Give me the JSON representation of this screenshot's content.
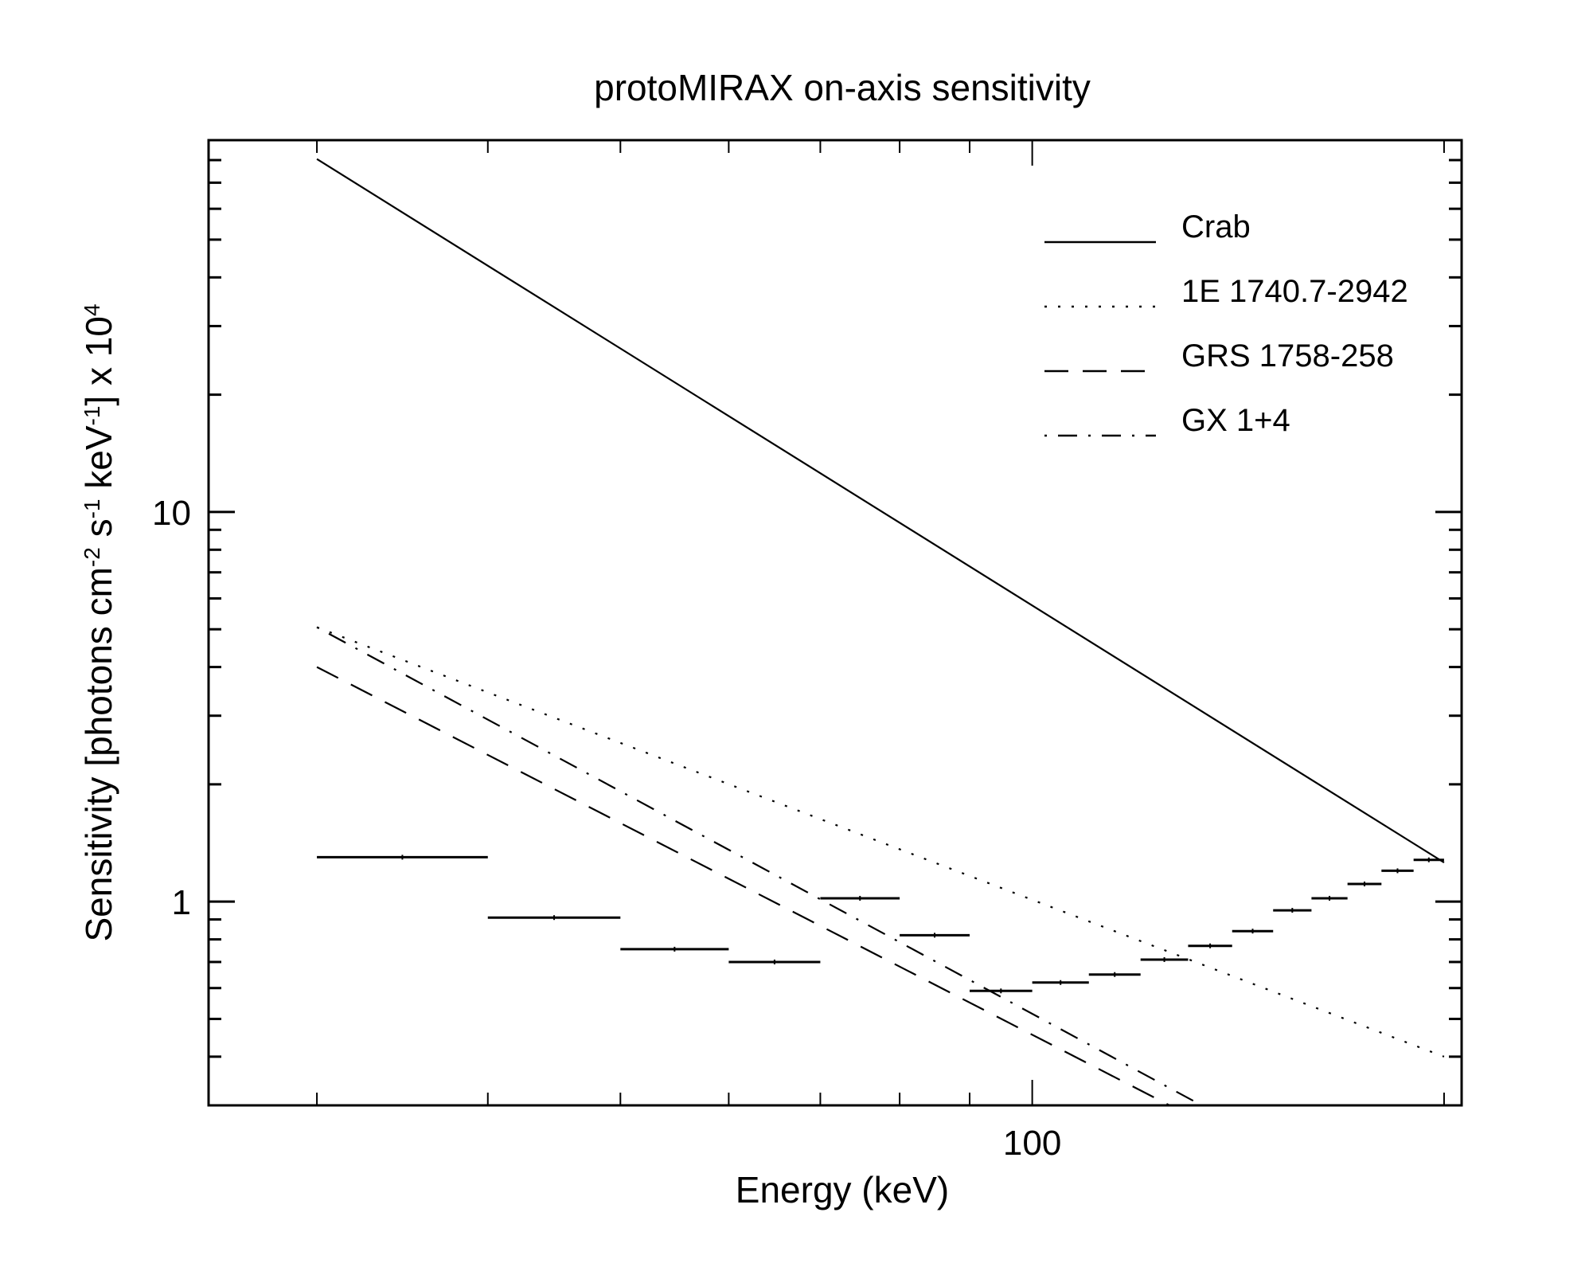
{
  "chart_data": {
    "type": "line",
    "title": "protoMIRAX on-axis sensitivity",
    "xlabel": "Energy (keV)",
    "ylabel": {
      "text_parts": [
        "Sensitivity [photons cm",
        "-2",
        " s",
        "-1",
        " keV",
        "-1",
        "] x 10",
        "4"
      ],
      "plain": "Sensitivity [photons cm^-2 s^-1 keV^-1] x 10^4"
    },
    "xscale": "log",
    "yscale": "log",
    "xlim": [
      25,
      206
    ],
    "ylim": [
      0.3,
      90
    ],
    "x_major_ticks": [
      {
        "value": 100,
        "label": "100"
      }
    ],
    "x_minor_ticks": [
      30,
      40,
      50,
      60,
      70,
      80,
      90,
      200
    ],
    "y_major_ticks": [
      {
        "value": 1,
        "label": "1"
      },
      {
        "value": 10,
        "label": "10"
      }
    ],
    "y_minor_ticks": [
      0.4,
      0.5,
      0.6,
      0.7,
      0.8,
      0.9,
      2,
      3,
      4,
      5,
      6,
      7,
      8,
      9,
      20,
      30,
      40,
      50,
      60,
      70,
      80,
      90
    ],
    "grid": false,
    "legend": {
      "position": "upper right",
      "entries": [
        {
          "label": "Crab",
          "style": "solid"
        },
        {
          "label": "1E 1740.7-2942",
          "style": "dotted"
        },
        {
          "label": "GRS 1758-258",
          "style": "dashed"
        },
        {
          "label": "GX 1+4",
          "style": "dash-dot"
        }
      ]
    },
    "series": [
      {
        "name": "Crab",
        "style": "solid",
        "x": [
          30,
          200
        ],
        "y": [
          80.5,
          1.26
        ]
      },
      {
        "name": "1E 1740.7-2942",
        "style": "dotted",
        "x": [
          30,
          200
        ],
        "y": [
          5.06,
          0.4
        ]
      },
      {
        "name": "GRS 1758-258",
        "style": "dashed",
        "x": [
          30,
          126
        ],
        "y": [
          4.0,
          0.3
        ]
      },
      {
        "name": "GX 1+4",
        "style": "dash-dot",
        "x": [
          30,
          133
        ],
        "y": [
          5.06,
          0.3
        ]
      }
    ],
    "sensitivity_steps": {
      "name": "protoMIRAX sensitivity",
      "style": "horizontal bins",
      "bins": [
        {
          "e_lo": 30,
          "e_hi": 40,
          "value": 1.3
        },
        {
          "e_lo": 40,
          "e_hi": 50,
          "value": 0.91
        },
        {
          "e_lo": 50,
          "e_hi": 60,
          "value": 0.755
        },
        {
          "e_lo": 60,
          "e_hi": 70,
          "value": 0.7
        },
        {
          "e_lo": 70,
          "e_hi": 80,
          "value": 1.02
        },
        {
          "e_lo": 80,
          "e_hi": 90,
          "value": 0.82
        },
        {
          "e_lo": 90,
          "e_hi": 100,
          "value": 0.59
        },
        {
          "e_lo": 100,
          "e_hi": 110,
          "value": 0.62
        },
        {
          "e_lo": 110,
          "e_hi": 120,
          "value": 0.65
        },
        {
          "e_lo": 120,
          "e_hi": 130,
          "value": 0.71
        },
        {
          "e_lo": 130,
          "e_hi": 140,
          "value": 0.77
        },
        {
          "e_lo": 140,
          "e_hi": 150,
          "value": 0.84
        },
        {
          "e_lo": 150,
          "e_hi": 160,
          "value": 0.95
        },
        {
          "e_lo": 160,
          "e_hi": 170,
          "value": 1.02
        },
        {
          "e_lo": 170,
          "e_hi": 180,
          "value": 1.11
        },
        {
          "e_lo": 180,
          "e_hi": 190,
          "value": 1.2
        },
        {
          "e_lo": 190,
          "e_hi": 200,
          "value": 1.28
        }
      ]
    }
  }
}
